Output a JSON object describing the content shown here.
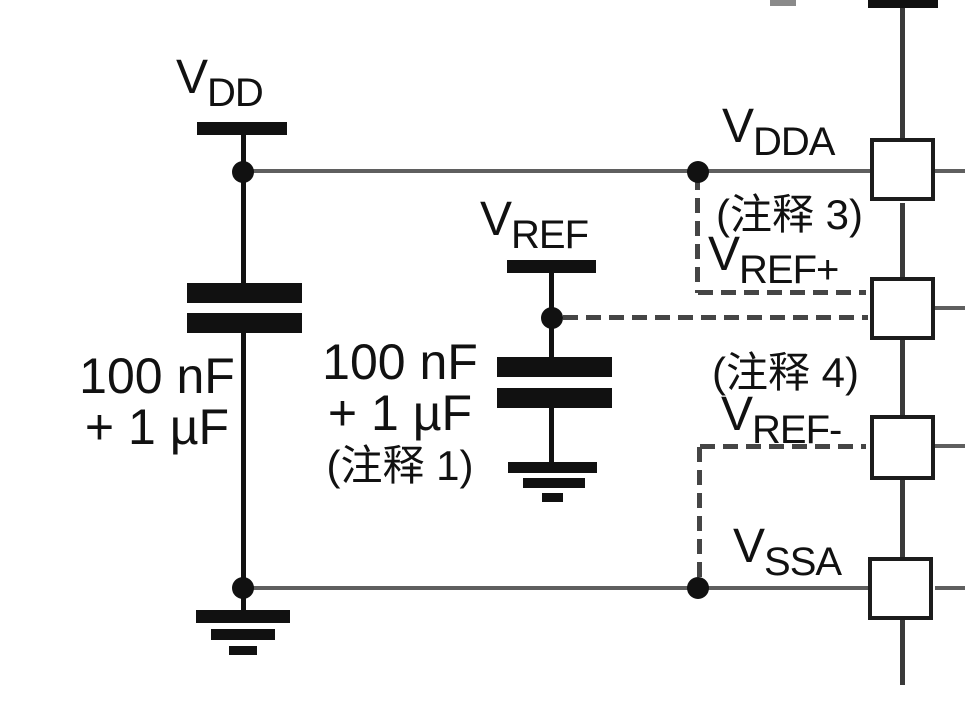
{
  "colors": {
    "background": "#ffffff",
    "ink": "#111111",
    "wire_gray": "#5f5f5f",
    "dash_gray": "#454545"
  },
  "labels": {
    "vdd": {
      "main": "V",
      "sub": "DD"
    },
    "vref": {
      "main": "V",
      "sub": "REF"
    },
    "vdda": {
      "main": "V",
      "sub": "DDA"
    },
    "vref_plus": {
      "main": "V",
      "sub": "REF+"
    },
    "vref_minus": {
      "main": "V",
      "sub": "REF-"
    },
    "vssa": {
      "main": "V",
      "sub": "SSA"
    }
  },
  "notes": {
    "note1": "(注释 1)",
    "note3": "(注释 3)",
    "note4": "(注释 4)"
  },
  "capacitors": {
    "vdd_cap": {
      "line1": "100 nF",
      "line2": "+ 1 µF"
    },
    "vref_cap": {
      "line1": "100 nF",
      "line2": "+ 1 µF"
    }
  }
}
